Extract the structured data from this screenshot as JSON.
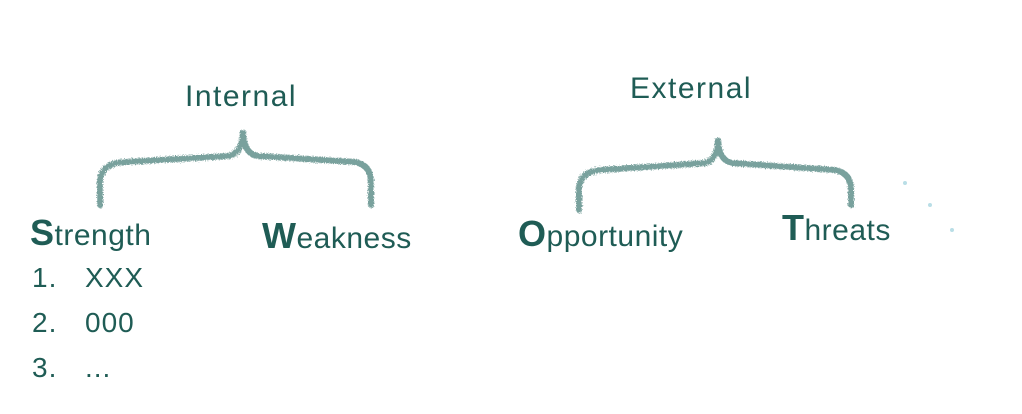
{
  "color": "#1f5c55",
  "groups": {
    "internal": {
      "title": "Internal"
    },
    "external": {
      "title": "External"
    }
  },
  "labels": {
    "strength": {
      "cap": "S",
      "rest": "trength"
    },
    "weakness": {
      "cap": "W",
      "rest": "eakness"
    },
    "opportunity": {
      "cap": "O",
      "rest": "pportunity"
    },
    "threats": {
      "cap": "T",
      "rest": "hreats"
    }
  },
  "strength_list": [
    {
      "num": "1.",
      "text": "XXX"
    },
    {
      "num": "2.",
      "text": "000"
    },
    {
      "num": "3.",
      "text": "..."
    }
  ]
}
